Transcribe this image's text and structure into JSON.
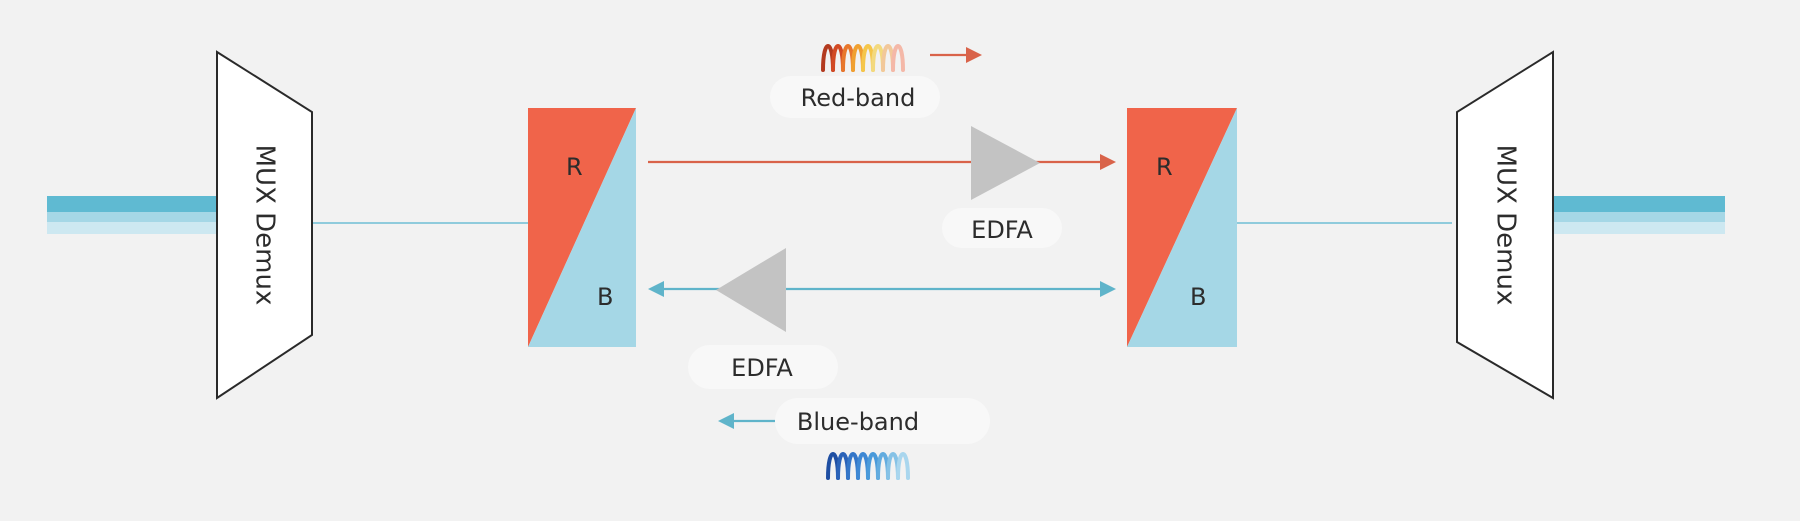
{
  "colors": {
    "background": "#f2f2f2",
    "red_band": "#f0644a",
    "blue_band": "#a5d7e6",
    "amplifier": "#c3c3c3",
    "red_arrow": "#d9634a",
    "blue_arrow": "#5fb4ca",
    "fiber": "#8fcbdc",
    "trunk_dark": "#5fbad2",
    "trunk_light": "#cde8f1"
  },
  "mux_left": {
    "label": "MUX Demux"
  },
  "mux_right": {
    "label": "MUX Demux"
  },
  "filter_left": {
    "red_label": "R",
    "blue_label": "B"
  },
  "filter_right": {
    "red_label": "R",
    "blue_label": "B"
  },
  "edfa_top": {
    "label": "EDFA"
  },
  "edfa_bottom": {
    "label": "EDFA"
  },
  "red_band": {
    "label": "Red-band",
    "wave_icon": "red-wave-icon"
  },
  "blue_band": {
    "label": "Blue-band",
    "wave_icon": "blue-wave-icon"
  }
}
